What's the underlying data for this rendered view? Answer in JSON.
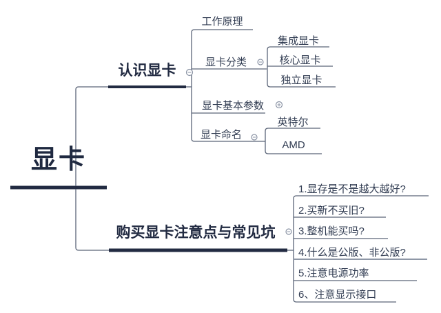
{
  "title": "显卡 mind map",
  "root": {
    "label": "显卡"
  },
  "branches": [
    {
      "label": "认识显卡",
      "toggle_icon": "minus-circle-icon",
      "children": [
        {
          "label": "工作原理"
        },
        {
          "label": "显卡分类",
          "toggle_icon": "minus-circle-icon",
          "children": [
            {
              "label": "集成显卡"
            },
            {
              "label": "核心显卡"
            },
            {
              "label": "独立显卡"
            }
          ]
        },
        {
          "label": "显卡基本参数",
          "collapsed": true,
          "toggle_icon": "plus-circle-icon"
        },
        {
          "label": "显卡命名",
          "toggle_icon": "minus-circle-icon",
          "children": [
            {
              "label": "英特尔"
            },
            {
              "label": "AMD"
            }
          ]
        }
      ]
    },
    {
      "label": "购买显卡注意点与常见坑",
      "toggle_icon": "minus-circle-icon",
      "children": [
        {
          "label": "1.显存是不是越大越好?"
        },
        {
          "label": "2.买新不买旧?"
        },
        {
          "label": "3.整机能买吗?"
        },
        {
          "label": "4.什么是公版、非公版?"
        },
        {
          "label": "5.注意电源功率"
        },
        {
          "label": "6、注意显示接口"
        }
      ]
    }
  ],
  "colors": {
    "background": "#ffffff",
    "text_dark": "#222b42",
    "thick_branch": "#222b42",
    "thin_line": "#5b6578",
    "grey_line": "#8e97a6",
    "toggle_stroke": "#8a93a4"
  }
}
